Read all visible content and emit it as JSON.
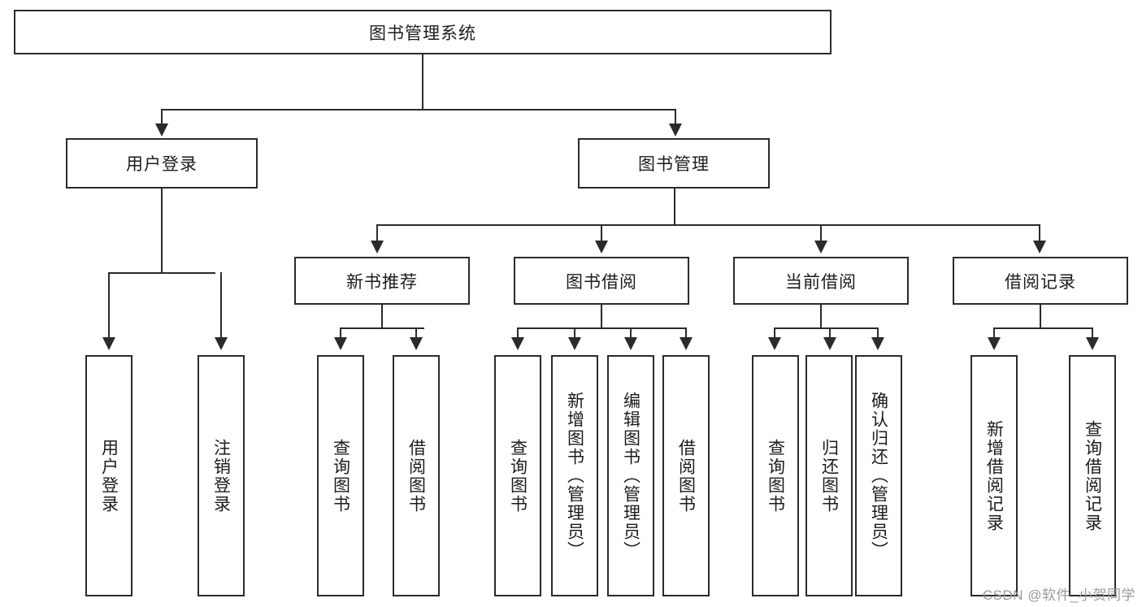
{
  "diagram": {
    "type": "tree-hierarchy",
    "title": "图书管理系统",
    "root": {
      "label": "图书管理系统"
    },
    "level2": [
      {
        "label": "用户登录"
      },
      {
        "label": "图书管理"
      }
    ],
    "level3": [
      {
        "label": "新书推荐"
      },
      {
        "label": "图书借阅"
      },
      {
        "label": "当前借阅"
      },
      {
        "label": "借阅记录"
      }
    ],
    "leaves": {
      "user_login": [
        {
          "label": "用户登录"
        },
        {
          "label": "注销登录"
        }
      ],
      "new_book_recommend": [
        {
          "label": "查询图书"
        },
        {
          "label": "借阅图书"
        }
      ],
      "book_borrow": [
        {
          "label": "查询图书"
        },
        {
          "label": "新增图书（管理员）"
        },
        {
          "label": "编辑图书（管理员）"
        },
        {
          "label": "借阅图书"
        }
      ],
      "current_borrow": [
        {
          "label": "查询图书"
        },
        {
          "label": "归还图书"
        },
        {
          "label": "确认归还（管理员）"
        }
      ],
      "borrow_record": [
        {
          "label": "新增借阅记录"
        },
        {
          "label": "查询借阅记录"
        }
      ]
    }
  },
  "watermark": {
    "text": "CSDN @软件_小贺同学"
  },
  "colors": {
    "stroke": "#2b2b2b",
    "background": "#ffffff",
    "text": "#1c1c1c",
    "watermark": "#9a9a9a"
  }
}
